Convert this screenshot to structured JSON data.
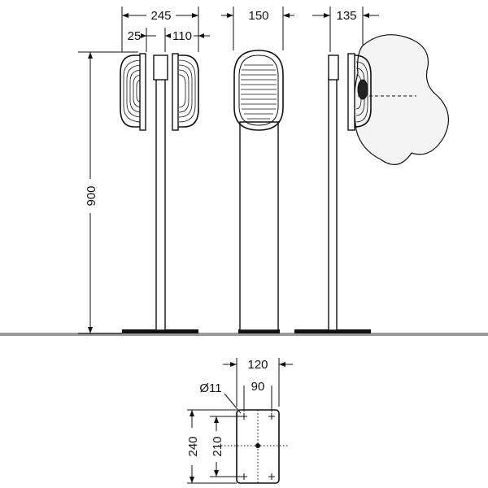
{
  "dimensions": {
    "width_total": "245",
    "offset_front": "25",
    "offset_body": "110",
    "width_side": "150",
    "depth_wall": "135",
    "height": "900",
    "plate_width": "120",
    "hole_spacing_w": "90",
    "hole_diameter": "Ø11",
    "plate_height": "240",
    "hole_spacing_h": "210"
  },
  "colors": {
    "ground": "#999999",
    "wall_fill": "#f4f4f4",
    "line": "#111111"
  }
}
